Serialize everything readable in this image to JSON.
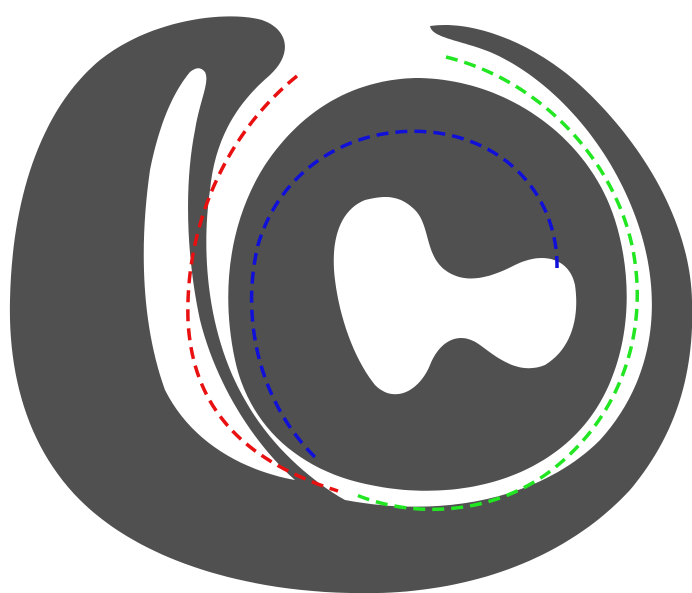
{
  "colors": {
    "background": "#ffffff",
    "shape_fill": "#505050",
    "curve_red": "#e81010",
    "curve_blue": "#1010d8",
    "curve_green": "#22e622"
  },
  "shapes": [
    {
      "name": "outer-swirl-shape"
    },
    {
      "name": "inner-ring-shape"
    }
  ],
  "curves": [
    {
      "name": "red-dashed-curve",
      "color_key": "curve_red"
    },
    {
      "name": "blue-dashed-curve",
      "color_key": "curve_blue"
    },
    {
      "name": "green-dashed-curve",
      "color_key": "curve_green"
    }
  ]
}
